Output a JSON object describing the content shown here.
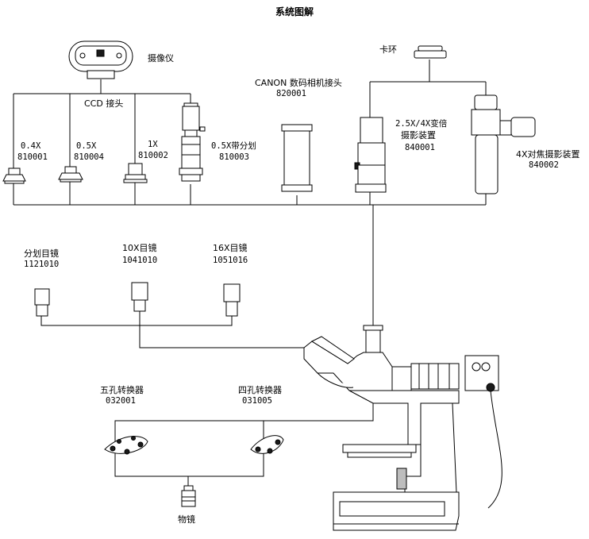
{
  "title": "系统图解",
  "components": {
    "camera": {
      "name": "摄像仪"
    },
    "ring": {
      "name": "卡环"
    },
    "ccd_adapter": {
      "name": "CCD 接头"
    },
    "adapter_04x": {
      "name": "0.4X",
      "code": "810001"
    },
    "adapter_05x": {
      "name": "0.5X",
      "code": "810004"
    },
    "adapter_1x": {
      "name": "1X",
      "code": "810002"
    },
    "adapter_05x_reticle": {
      "name": "0.5X带分划",
      "code": "810003"
    },
    "canon_adapter": {
      "name": "CANON 数码相机接头",
      "code": "820001"
    },
    "zoom_photo": {
      "name_line1": "2.5X/4X变倍",
      "name_line2": "摄影装置",
      "code": "840001"
    },
    "focus_photo": {
      "name": "4X对焦摄影装置",
      "code": "840002"
    },
    "eyepiece_reticle": {
      "name": "分划目镜",
      "code": "1121010"
    },
    "eyepiece_10x": {
      "name": "10X目镜",
      "code": "1041010"
    },
    "eyepiece_16x": {
      "name": "16X目镜",
      "code": "1051016"
    },
    "nosepiece_5": {
      "name": "五孔转换器",
      "code": "032001"
    },
    "nosepiece_4": {
      "name": "四孔转换器",
      "code": "031005"
    },
    "objective": {
      "name": "物镜"
    }
  }
}
